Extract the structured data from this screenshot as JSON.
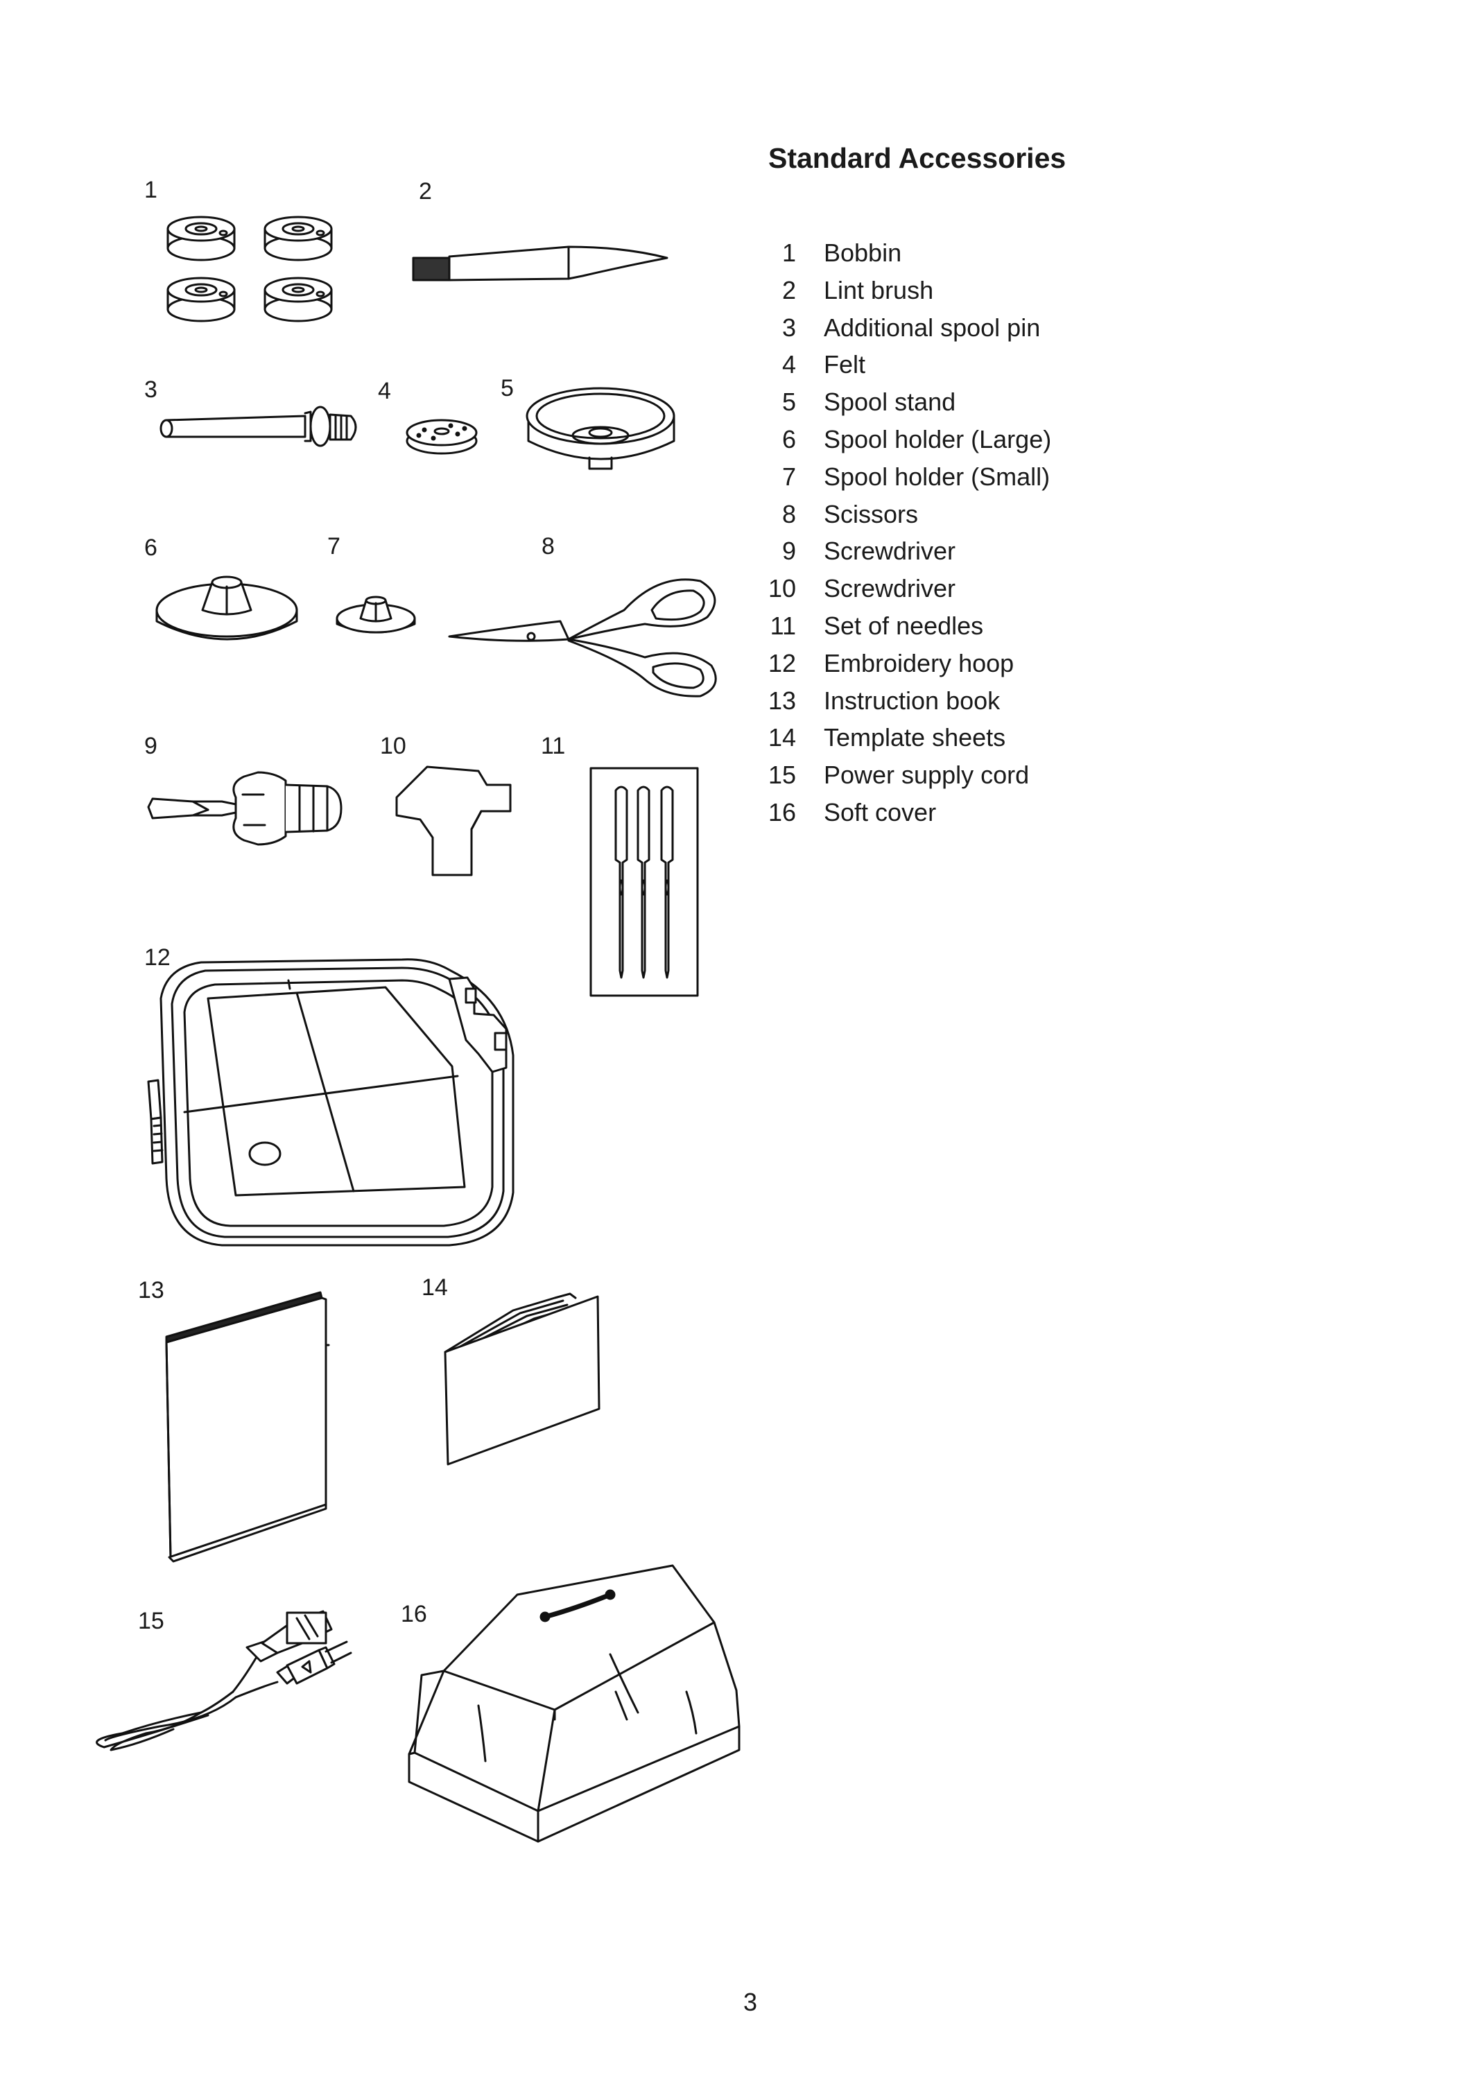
{
  "heading": "Standard Accessories",
  "figure_labels": [
    "1",
    "2",
    "3",
    "4",
    "5",
    "6",
    "7",
    "8",
    "9",
    "10",
    "11",
    "12",
    "13",
    "14",
    "15",
    "16"
  ],
  "items": [
    {
      "num": "1",
      "name": "Bobbin"
    },
    {
      "num": "2",
      "name": "Lint brush"
    },
    {
      "num": "3",
      "name": "Additional spool pin"
    },
    {
      "num": "4",
      "name": "Felt"
    },
    {
      "num": "5",
      "name": "Spool stand"
    },
    {
      "num": "6",
      "name": "Spool holder (Large)"
    },
    {
      "num": "7",
      "name": "Spool holder (Small)"
    },
    {
      "num": "8",
      "name": "Scissors"
    },
    {
      "num": "9",
      "name": "Screwdriver"
    },
    {
      "num": "10",
      "name": "Screwdriver"
    },
    {
      "num": "11",
      "name": "Set of needles"
    },
    {
      "num": "12",
      "name": "Embroidery hoop"
    },
    {
      "num": "13",
      "name": "Instruction book"
    },
    {
      "num": "14",
      "name": "Template sheets"
    },
    {
      "num": "15",
      "name": "Power supply cord"
    },
    {
      "num": "16",
      "name": "Soft cover"
    }
  ],
  "page_number": "3"
}
